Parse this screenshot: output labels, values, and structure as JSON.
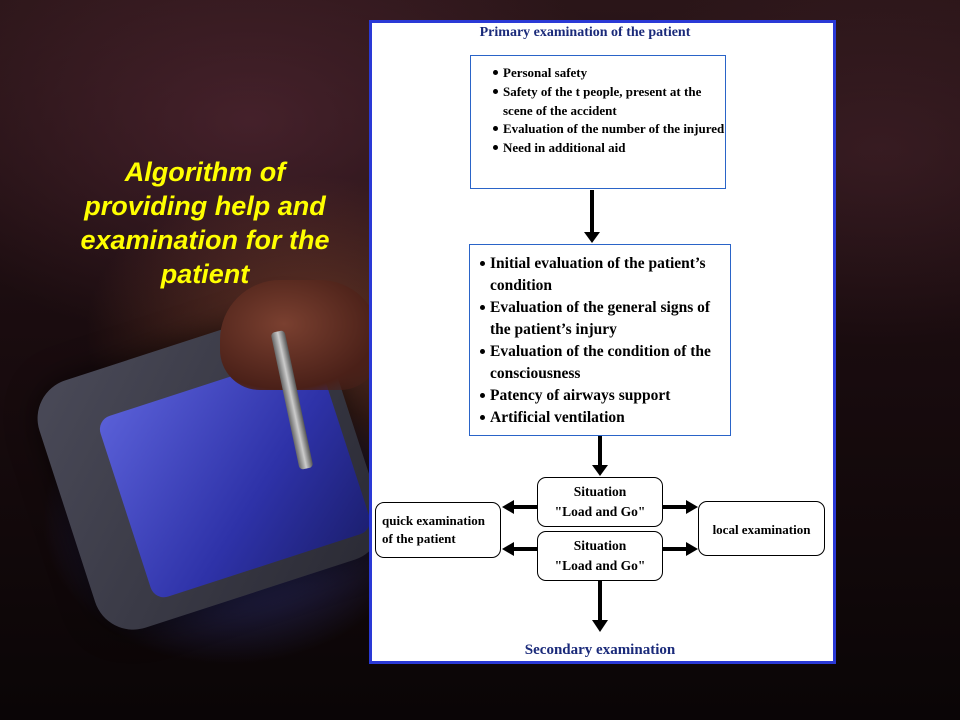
{
  "title": "Algorithm of providing help and examination for the patient",
  "colors": {
    "title": "#ffff00",
    "panel_border": "#2a39d6",
    "heading": "#1a2a7a"
  },
  "flowchart": {
    "top_heading": "Primary examination of the patient",
    "box1": {
      "items": [
        "Personal safety",
        "Safety of the t people, present at the scene of the accident",
        "Evaluation of the number of the injured",
        "Need in additional aid"
      ]
    },
    "box2": {
      "items": [
        "Initial evaluation of the patient’s condition",
        "Evaluation of the general signs of the patient’s injury",
        "Evaluation of the condition of the consciousness",
        "Patency of airways support",
        "Artificial ventilation"
      ]
    },
    "situation_top": {
      "line1": "Situation",
      "line2": "\"Load and Go\""
    },
    "situation_bottom": {
      "line1": "Situation",
      "line2": "\"Load and Go\""
    },
    "left_box": {
      "line1": "quick examination",
      "line2": "of  the patient"
    },
    "right_box": {
      "label": "local examination"
    },
    "bottom_heading": "Secondary examination"
  }
}
